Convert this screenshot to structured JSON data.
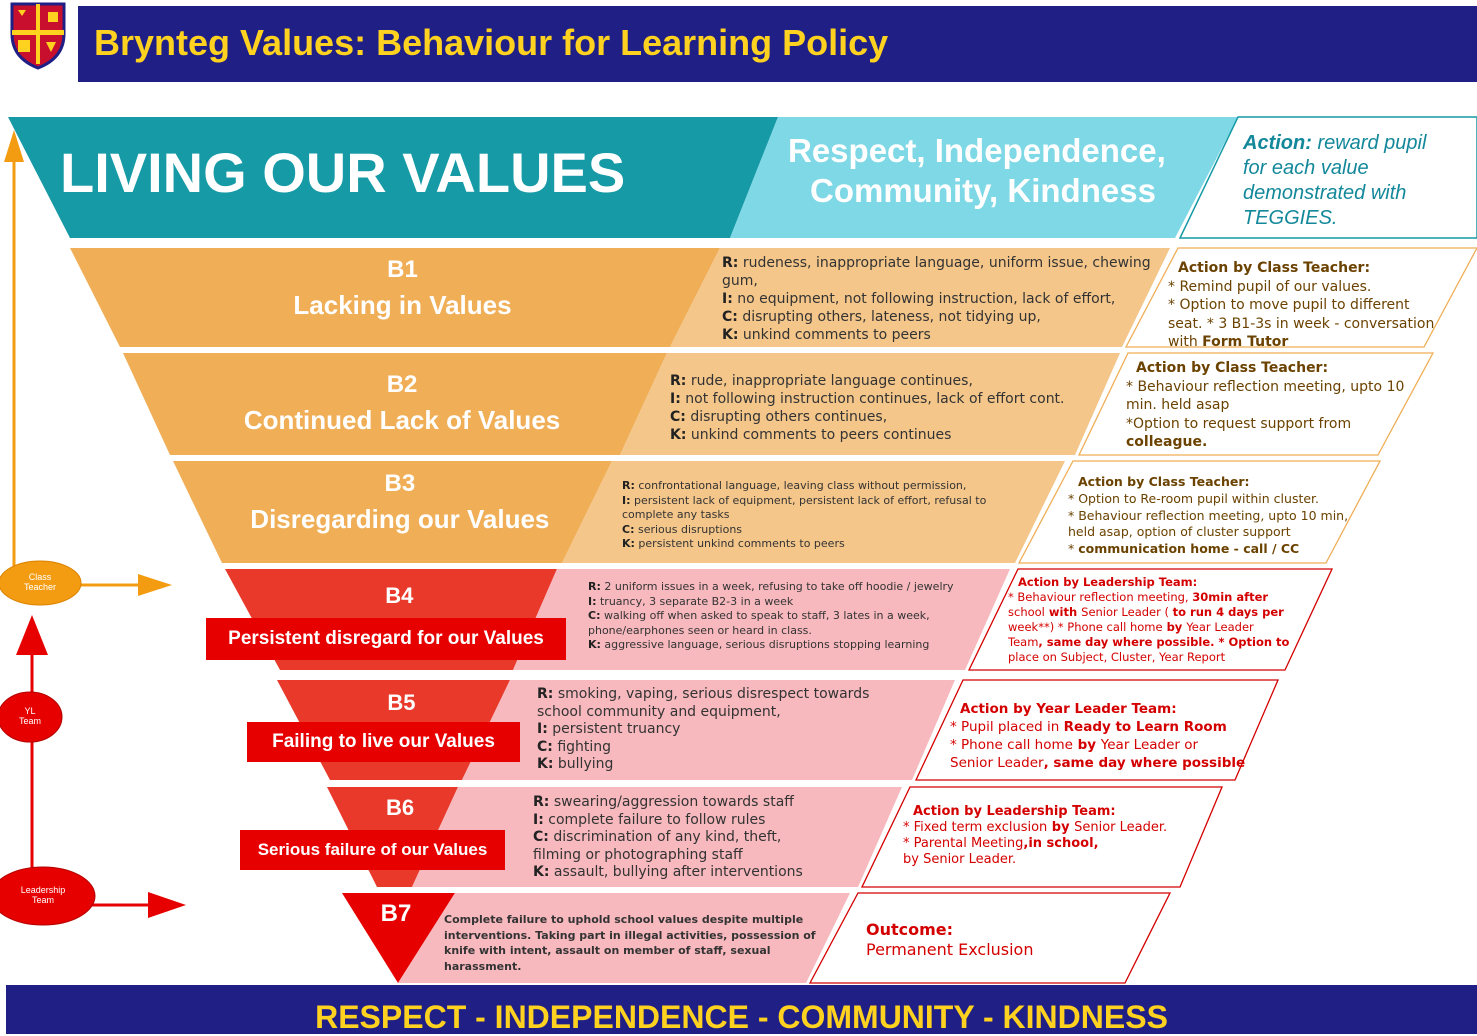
{
  "header": {
    "title": "Brynteg Values: Behaviour for Learning Policy"
  },
  "top": {
    "main": "LIVING OUR VALUES",
    "values_line1": "Respect, Independence,",
    "values_line2": "Community, Kindness",
    "action_label": "Action:",
    "action_lines": [
      " reward pupil",
      "for each value",
      "demonstrated with",
      "TEGGIES."
    ]
  },
  "levels": [
    {
      "code": "B1",
      "name": "Lacking in Values",
      "behaviours": [
        [
          "R:",
          " rudeness, inappropriate language, uniform issue, chewing"
        ],
        [
          "",
          "gum,"
        ],
        [
          "I:",
          " no equipment, not following instruction, lack of effort,"
        ],
        [
          "C:",
          " disrupting others, lateness, not tidying up,"
        ],
        [
          "K:",
          " unkind comments to peers"
        ]
      ],
      "action_title": "Action by Class Teacher:",
      "action_lines": [
        "* Remind pupil of our values.",
        "* Option to move pupil to different",
        "seat. * 3 B1-3s in week - conversation",
        "with |Form Tutor"
      ]
    },
    {
      "code": "B2",
      "name": "Continued Lack of Values",
      "behaviours": [
        [
          "R:",
          " rude, inappropriate language continues,"
        ],
        [
          "I:",
          " not following instruction continues, lack of effort cont."
        ],
        [
          "C:",
          " disrupting others continues,"
        ],
        [
          "K:",
          " unkind comments to peers continues"
        ]
      ],
      "action_title": "Action by Class Teacher:",
      "action_lines": [
        "* Behaviour reflection meeting, upto 10",
        "min. held asap",
        "*Option to request support from",
        "|colleague."
      ]
    },
    {
      "code": "B3",
      "name": "Disregarding our Values",
      "behaviours": [
        [
          "R:",
          " confrontational language, leaving class without permission,"
        ],
        [
          "I:",
          " persistent lack of equipment, persistent lack of effort, refusal to"
        ],
        [
          "",
          "complete any tasks"
        ],
        [
          "C:",
          " serious disruptions"
        ],
        [
          "K:",
          " persistent unkind comments to peers"
        ]
      ],
      "action_title": "Action by Class Teacher:",
      "action_lines": [
        "* Option to Re-room pupil within cluster.",
        "* Behaviour reflection meeting, upto 10 min,",
        "held asap, option of cluster support",
        "* |communication home - call / CC"
      ]
    },
    {
      "code": "B4",
      "name": "Persistent disregard for our Values",
      "behaviours": [
        [
          "R:",
          " 2 uniform issues in a week, refusing to take off hoodie / jewelry"
        ],
        [
          "I:",
          " truancy, 3 separate B2-3 in a week"
        ],
        [
          "C:",
          " walking off when asked to speak to staff, 3 lates in a week,"
        ],
        [
          "",
          "phone/earphones seen or heard in class."
        ],
        [
          "K:",
          " aggressive language, serious disruptions stopping learning"
        ]
      ],
      "action_title": "Action by Leadership Team:",
      "action_lines": [
        "* Behaviour reflection meeting, |30min after",
        "school| with |Senior Leader ( |to run 4 days per",
        "week**) * Phone call home| by |Year Leader",
        "Team|, same day where possible. * Option to",
        "place on Subject, Cluster, Year Report"
      ]
    },
    {
      "code": "B5",
      "name": "Failing to live our Values",
      "behaviours": [
        [
          "R:",
          " smoking, vaping, serious disrespect towards"
        ],
        [
          "",
          "school community and equipment,"
        ],
        [
          "I:",
          " persistent truancy"
        ],
        [
          "C:",
          " fighting"
        ],
        [
          "K:",
          " bullying"
        ]
      ],
      "action_title": "Action by Year Leader Team:",
      "action_lines": [
        "* Pupil placed in |Ready to Learn Room",
        "* Phone call home| by |Year Leader or",
        "Senior Leader|,  same day where possible"
      ]
    },
    {
      "code": "B6",
      "name": "Serious failure of our Values",
      "behaviours": [
        [
          "R:",
          " swearing/aggression towards staff"
        ],
        [
          "I:",
          " complete failure to follow rules"
        ],
        [
          "C:",
          " discrimination of any kind, theft,"
        ],
        [
          "",
          "      filming or photographing  staff"
        ],
        [
          "K:",
          " assault, bullying after interventions"
        ]
      ],
      "action_title": "Action by Leadership Team:",
      "action_lines": [
        "* Fixed term exclusion| by |Senior Leader.",
        "* Parental Meeting|,in school,",
        "   by Senior Leader."
      ]
    },
    {
      "code": "B7",
      "name": "",
      "behaviours": [
        [
          "",
          "Complete failure to uphold school values despite multiple"
        ],
        [
          "",
          "interventions. Taking part in illegal activities, possession of"
        ],
        [
          "",
          "knife with intent, assault on member of staff, sexual"
        ],
        [
          "",
          "harassment."
        ]
      ],
      "action_title": "Outcome:",
      "action_lines": [
        "Permanent Exclusion"
      ]
    }
  ],
  "escalation": [
    {
      "label_lines": [
        "Class",
        "Teacher"
      ],
      "color": "#f39c12"
    },
    {
      "label_lines": [
        "YL",
        "Team"
      ],
      "color": "#e60000"
    },
    {
      "label_lines": [
        "Leadership",
        "Team"
      ],
      "color": "#e60000"
    }
  ],
  "footer": {
    "text": "RESPECT  -  INDEPENDENCE  -  COMMUNITY  -  KINDNESS"
  },
  "colors": {
    "navy": "#1f1f86",
    "gold": "#ffd21f",
    "teal": "#159aa6",
    "light_teal": "#7fd8e6",
    "orange": "#f0ae57",
    "red": "#e8392a",
    "pink": "#f7b9be",
    "action_teal": "#13889a",
    "action_orange": "#6b4200",
    "action_red": "#d40000"
  }
}
